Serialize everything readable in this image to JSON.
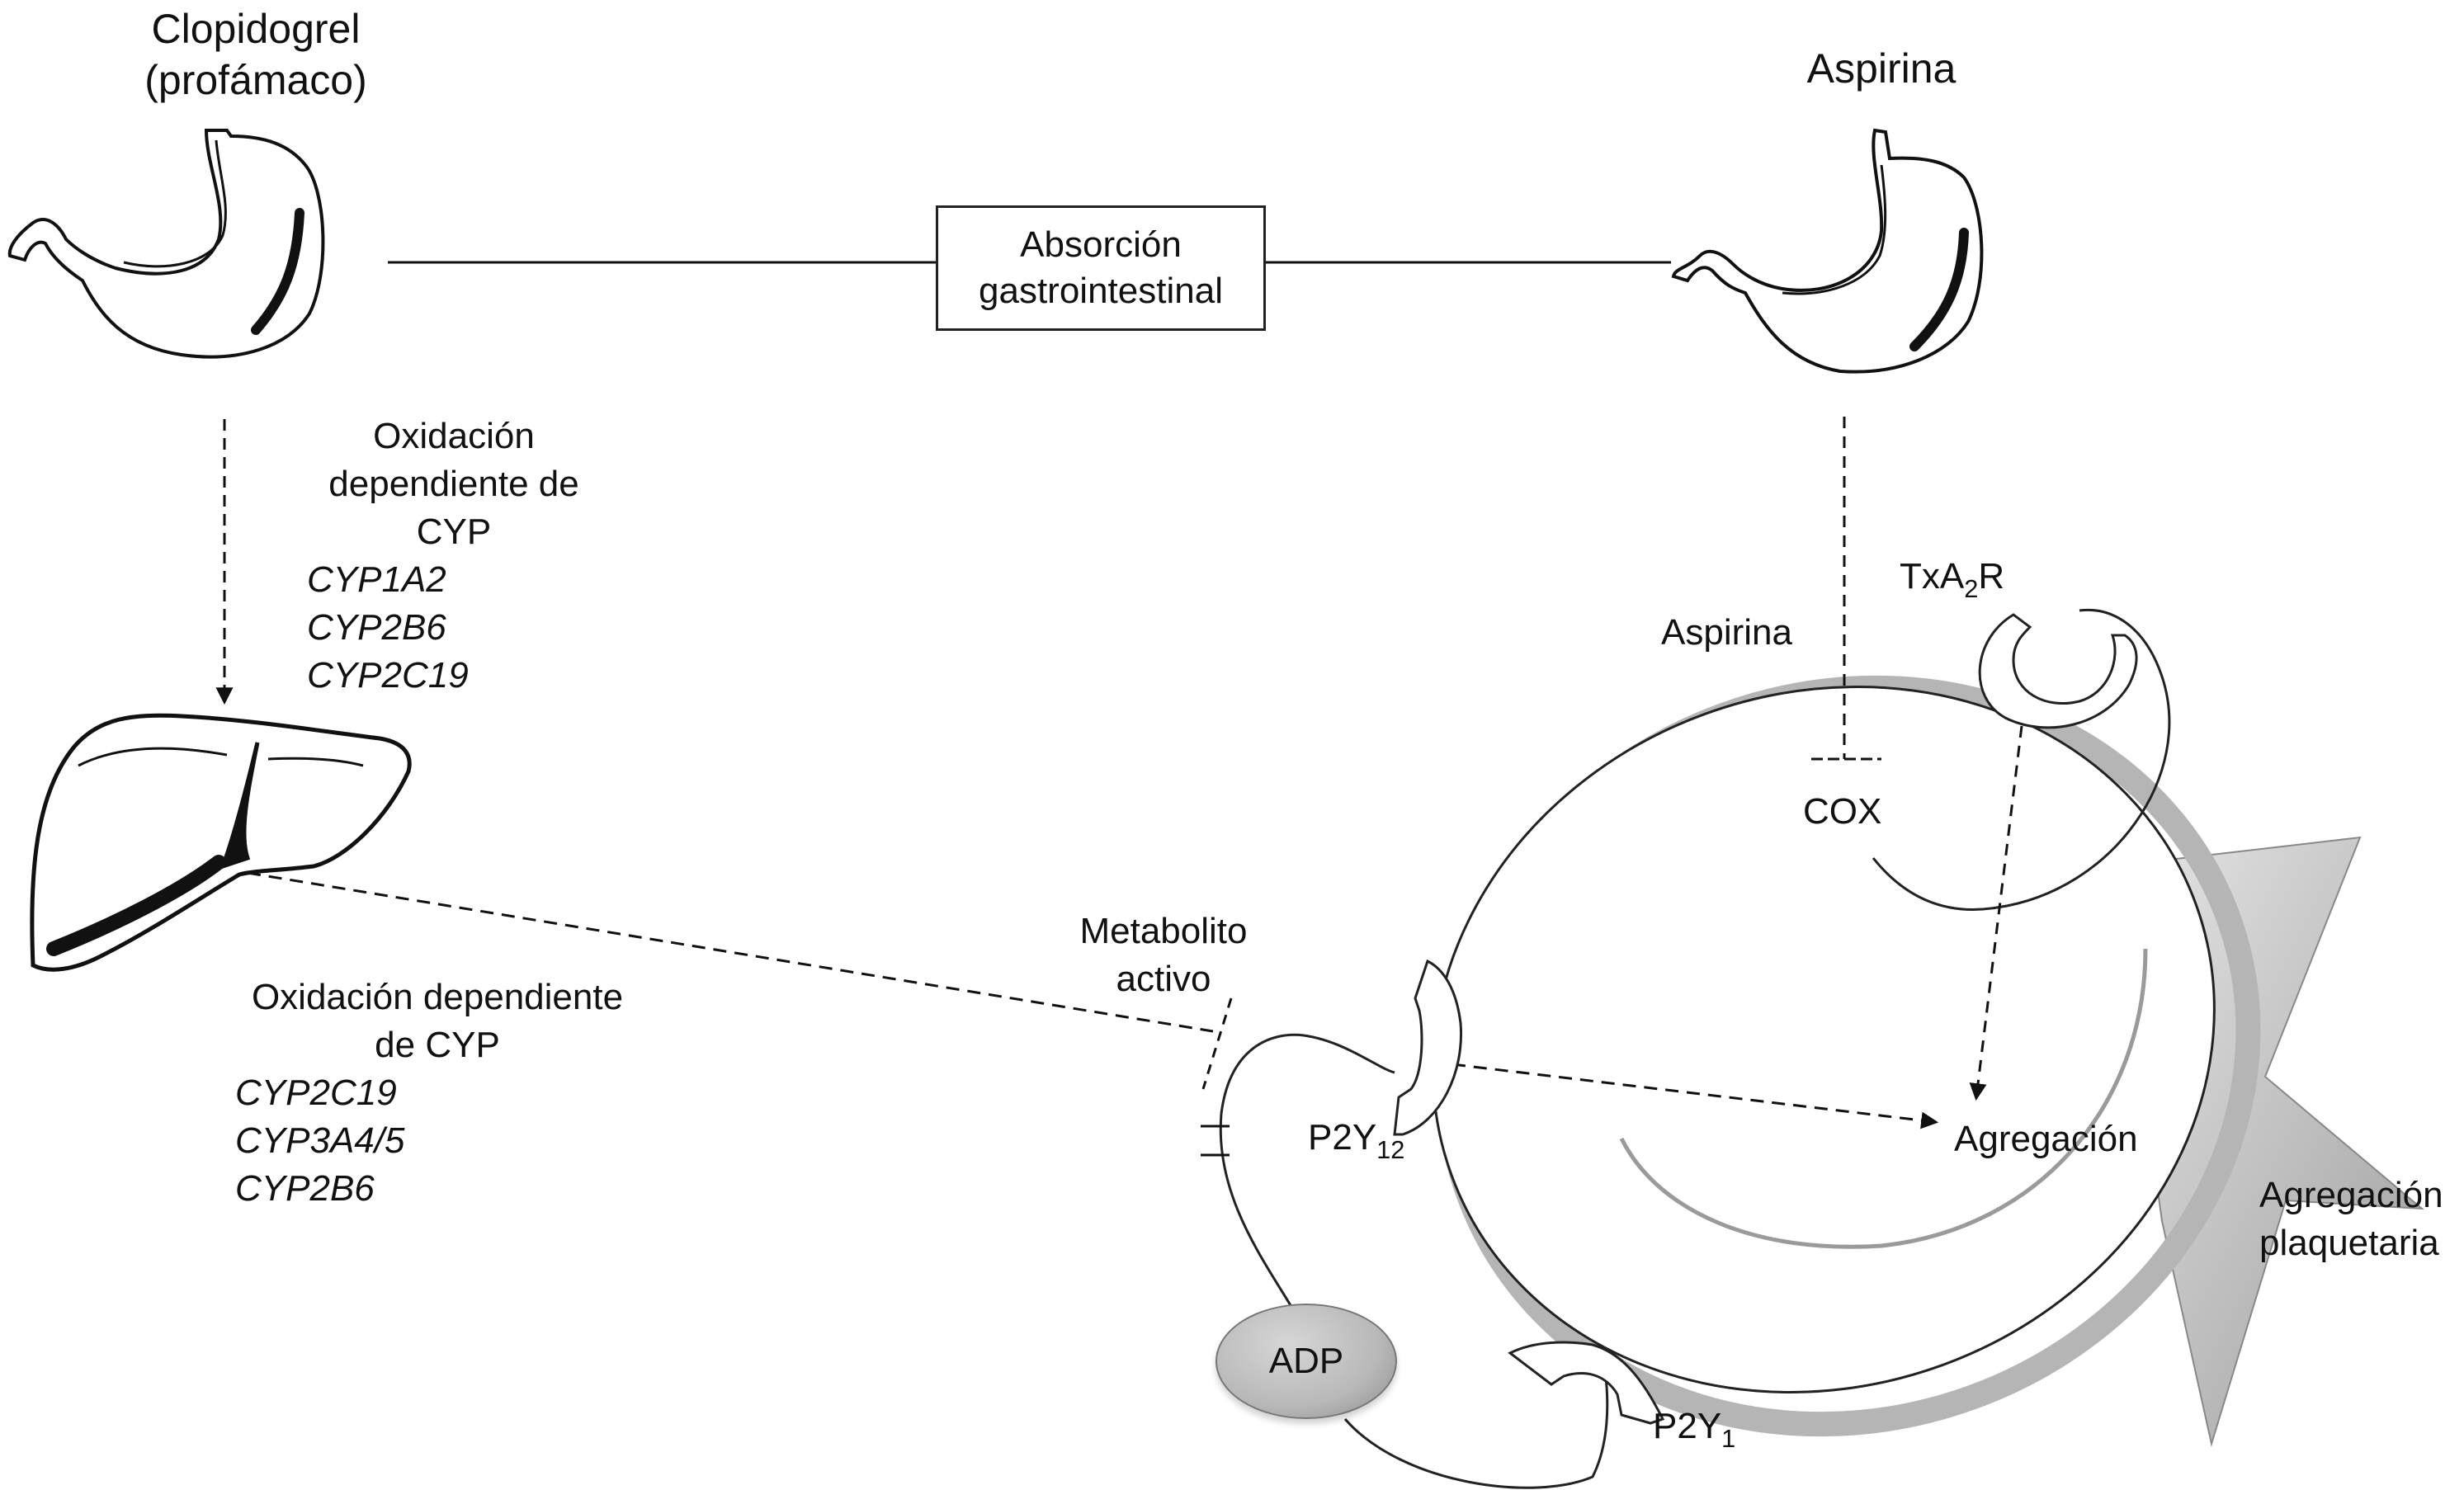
{
  "diagram": {
    "colors": {
      "ink": "#111111",
      "platelet_shadow": "#b5b5b5",
      "adp_fill": "#bdbdbd"
    },
    "left_drug": {
      "title_line1": "Clopidogrel",
      "title_line2": "(profámaco)",
      "icon": "stomach-icon"
    },
    "right_drug": {
      "title": "Aspirina",
      "icon": "stomach-icon"
    },
    "absorption_box": {
      "line1": "Absorción",
      "line2": "gastrointestinal"
    },
    "first_oxidation": {
      "line1": "Oxidación",
      "line2": "dependiente de",
      "line3": "CYP",
      "enzymes": [
        "CYP1A2",
        "CYP2B6",
        "CYP2C19"
      ]
    },
    "liver": {
      "icon": "liver-icon"
    },
    "second_oxidation": {
      "line1": "Oxidación dependiente",
      "line2": "de CYP",
      "enzymes": [
        "CYP2C19",
        "CYP3A4/5",
        "CYP2B6"
      ]
    },
    "platelet": {
      "aspirin_label": "Aspirina",
      "cox_label": "COX",
      "txa2r_label_base": "TxA",
      "txa2r_label_sub": "2",
      "txa2r_label_tail": "R",
      "metabolite_line1": "Metabolito",
      "metabolite_line2": "activo",
      "p2y12_base": "P2Y",
      "p2y12_sub": "12",
      "p2y1_base": "P2Y",
      "p2y1_sub": "1",
      "adp_label": "ADP",
      "aggregation_label": "Agregación",
      "platelet_aggregation_line1": "Agregación",
      "platelet_aggregation_line2": "plaquetaria"
    }
  }
}
